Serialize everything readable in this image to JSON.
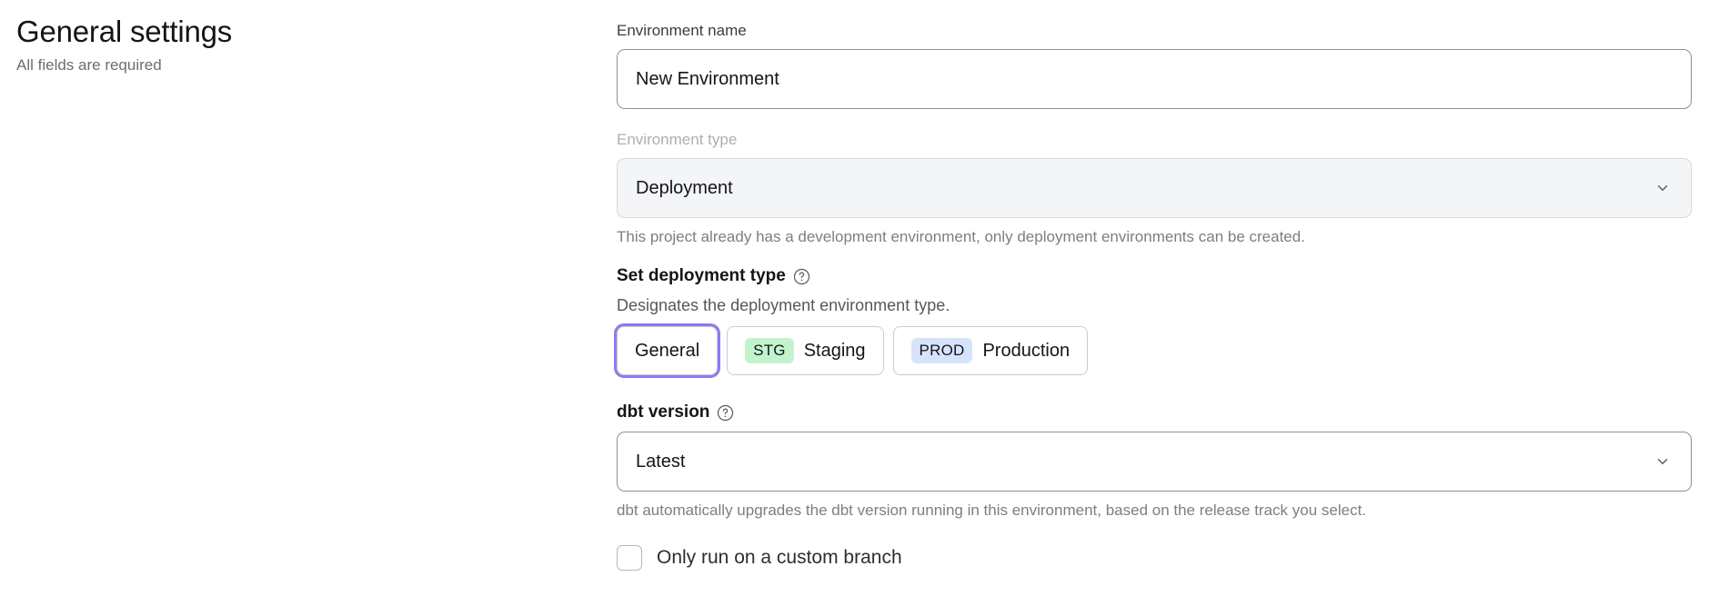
{
  "header": {
    "title": "General settings",
    "subtitle": "All fields are required"
  },
  "form": {
    "environment_name": {
      "label": "Environment name",
      "value": "New Environment",
      "placeholder": "Environment name"
    },
    "environment_type": {
      "label": "Environment type",
      "selected": "Deployment",
      "disabled": true,
      "helper": "This project already has a development environment, only deployment environments can be created.",
      "chevron_icon": "chevron-down-icon"
    },
    "deployment_type": {
      "heading": "Set deployment type",
      "help_icon": "help-circle-icon",
      "description": "Designates the deployment environment type.",
      "options": [
        {
          "label": "General",
          "badge": "",
          "badge_kind": "",
          "focused": true
        },
        {
          "label": "Staging",
          "badge": "STG",
          "badge_kind": "stg",
          "focused": false
        },
        {
          "label": "Production",
          "badge": "PROD",
          "badge_kind": "prod",
          "focused": false
        }
      ]
    },
    "dbt_version": {
      "label": "dbt version",
      "help_icon": "help-circle-icon",
      "selected": "Latest",
      "helper": "dbt automatically upgrades the dbt version running in this environment, based on the release track you select.",
      "chevron_icon": "chevron-down-icon"
    },
    "custom_branch": {
      "label": "Only run on a custom branch",
      "checked": false
    }
  },
  "colors": {
    "focus_ring": "#8b7bf0",
    "badge_stg_bg": "#c3f3cd",
    "badge_prod_bg": "#d6e4fb",
    "disabled_field_bg": "#f4f5f6"
  }
}
